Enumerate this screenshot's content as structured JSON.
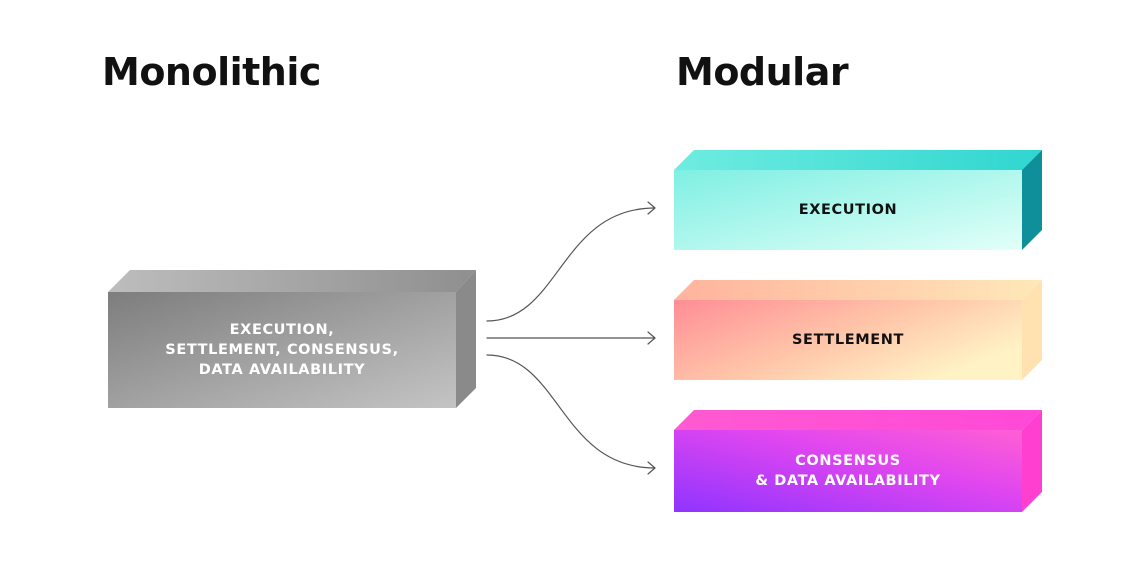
{
  "headings": {
    "monolithic": "Monolithic",
    "modular": "Modular"
  },
  "monolithic_block": {
    "lines": [
      "EXECUTION,",
      "SETTLEMENT, CONSENSUS,",
      "DATA AVAILABILITY"
    ],
    "color": "#9a9a9a"
  },
  "modular_blocks": {
    "execution": {
      "lines": [
        "EXECUTION"
      ],
      "color_start": "#3fe6d8",
      "color_end": "#c9fbf3"
    },
    "settlement": {
      "lines": [
        "SETTLEMENT"
      ],
      "color_start": "#ff8f94",
      "color_end": "#fff2c8"
    },
    "consensus": {
      "lines": [
        "CONSENSUS",
        "& DATA AVAILABILITY"
      ],
      "color_start": "#9a35ff",
      "color_end": "#ff5dd6"
    }
  }
}
